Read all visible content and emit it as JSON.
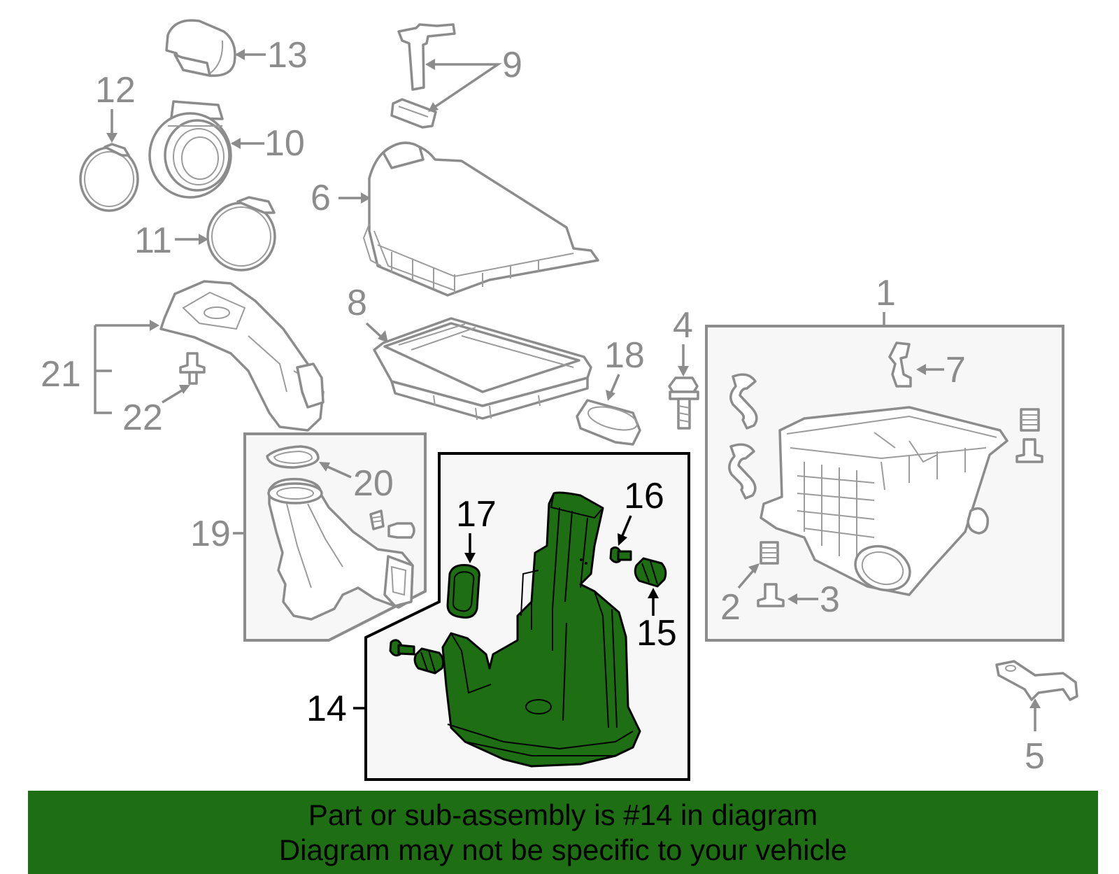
{
  "colors": {
    "highlight": "#1e6e13",
    "part_outline": "#8c8c8c",
    "banner": "#1e6e13"
  },
  "highlighted_part": "14",
  "callouts": {
    "c1": "1",
    "c2": "2",
    "c3": "3",
    "c4": "4",
    "c5": "5",
    "c6": "6",
    "c7": "7",
    "c8": "8",
    "c9": "9",
    "c10": "10",
    "c11": "11",
    "c12": "12",
    "c13": "13",
    "c14": "14",
    "c15": "15",
    "c16": "16",
    "c17": "17",
    "c18": "18",
    "c19": "19",
    "c20": "20",
    "c21": "21",
    "c22": "22"
  },
  "banner": {
    "line1": "Part or sub-assembly is #14 in diagram",
    "line2": "Diagram may not be specific to your vehicle"
  }
}
